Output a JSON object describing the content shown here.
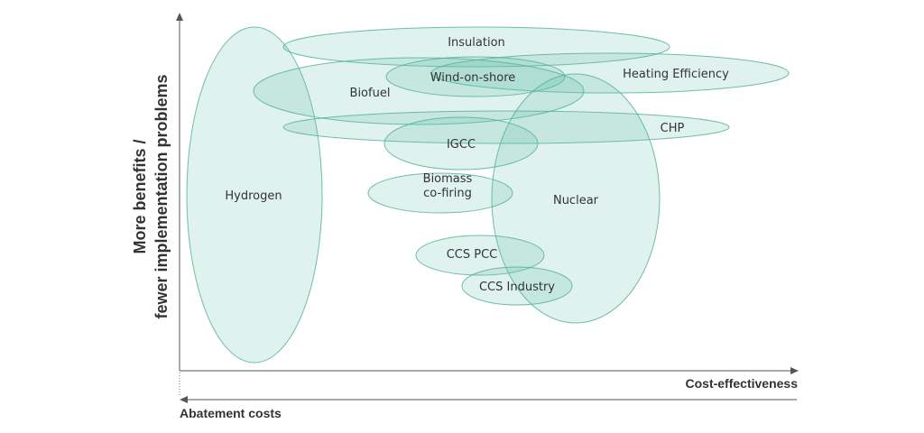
{
  "chart_data": {
    "type": "scatter",
    "title": "",
    "ylabel_lines": [
      "More benefits /",
      "fewer implementation problems"
    ],
    "xlabel": "Cost-effectiveness",
    "secondary_xlabel": "Abatement costs",
    "grid": false,
    "colors": {
      "fill": "#5fbfa8",
      "stroke": "#4fae96",
      "axis": "#555555",
      "text": "#333333"
    },
    "bubbles": [
      {
        "name": "Hydrogen",
        "label_lines": [
          "Hydrogen"
        ]
      },
      {
        "name": "Insulation",
        "label_lines": [
          "Insulation"
        ]
      },
      {
        "name": "Heating Efficiency",
        "label_lines": [
          "Heating Efficiency"
        ]
      },
      {
        "name": "Biofuel",
        "label_lines": [
          "Biofuel"
        ]
      },
      {
        "name": "Wind-on-shore",
        "label_lines": [
          "Wind-on-shore"
        ]
      },
      {
        "name": "CHP",
        "label_lines": [
          "CHP"
        ]
      },
      {
        "name": "IGCC",
        "label_lines": [
          "IGCC"
        ]
      },
      {
        "name": "Nuclear",
        "label_lines": [
          "Nuclear"
        ]
      },
      {
        "name": "Biomass co-firing",
        "label_lines": [
          "Biomass",
          "co-firing"
        ]
      },
      {
        "name": "CCS PCC",
        "label_lines": [
          "CCS PCC"
        ]
      },
      {
        "name": "CCS Industry",
        "label_lines": [
          "CCS Industry"
        ]
      }
    ]
  }
}
